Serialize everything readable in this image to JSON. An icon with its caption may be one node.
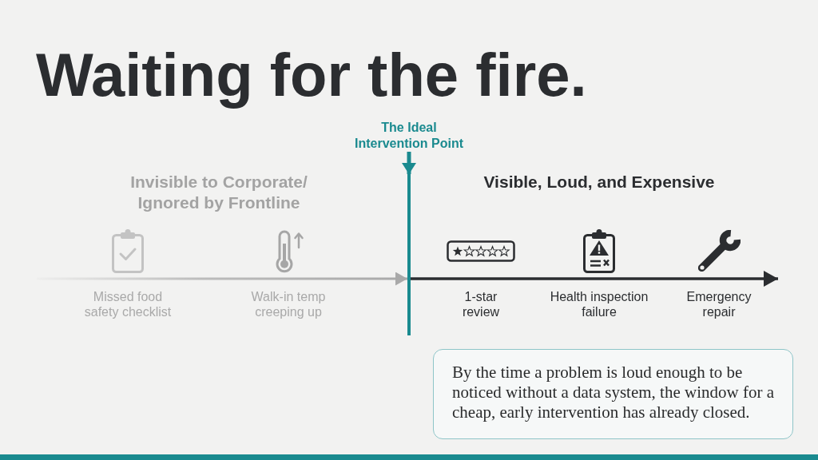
{
  "diagram": {
    "title": "Waiting for the fire.",
    "nodes": [
      {
        "text": [
          "The Ideal Intervention Point"
        ]
      },
      {
        "text": [],
        "shape": "bar"
      },
      {
        "text": [
          "By the time a problem is loud enough to be noticed without a data system, the window for a cheap, early intervention has already closed."
        ]
      }
    ],
    "edges": [
      {
        "from": 0,
        "to": 1,
        "arrow": "to",
        "color": "#1a8a8f"
      },
      {
        "from": null,
        "to": 1,
        "arrow": "to",
        "color": "#a9a9a9"
      },
      {
        "from": 1,
        "to": null,
        "arrow": "to",
        "color": "#2b2d30"
      }
    ],
    "labels": [
      "Invisible to Corporate/ Ignored by Frontline",
      "Visible, Loud, and Expensive",
      "Missed food safety checklist",
      "Walk-in temp creeping up",
      "1-star review",
      "Health inspection failure",
      "Emergency repair"
    ]
  }
}
